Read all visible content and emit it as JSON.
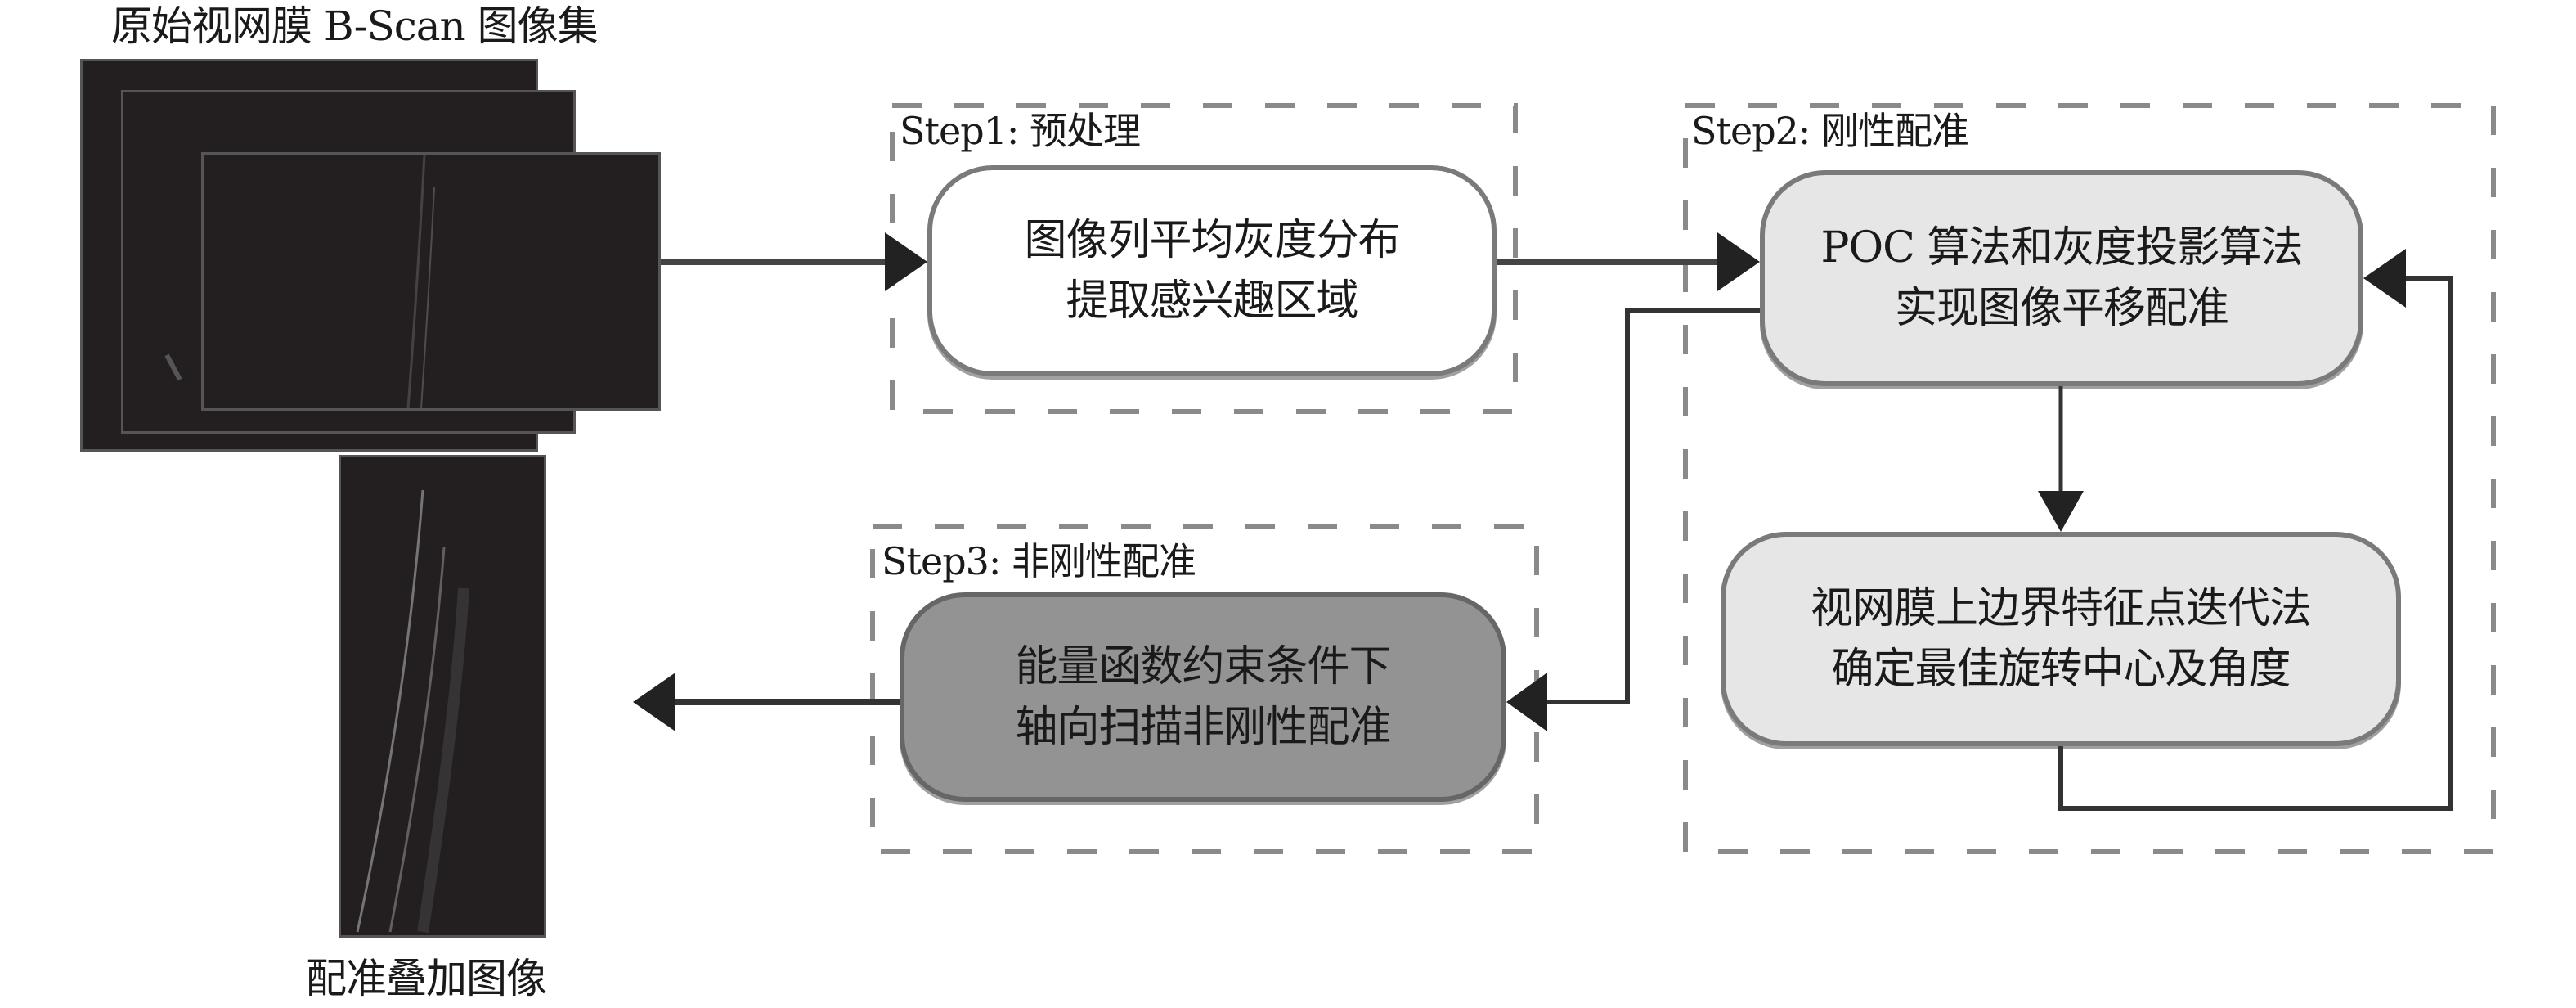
{
  "input": {
    "caption": "原始视网膜 B-Scan 图像集",
    "stack_count": 3
  },
  "output": {
    "caption": "配准叠加图像"
  },
  "steps": [
    {
      "id": "step1",
      "label": "Step1: 预处理",
      "nodes": [
        {
          "lines": [
            "图像列平均灰度分布",
            "提取感兴趣区域"
          ],
          "fill": "#ffffff"
        }
      ]
    },
    {
      "id": "step2",
      "label": "Step2: 刚性配准",
      "nodes": [
        {
          "lines": [
            "POC 算法和灰度投影算法",
            "实现图像平移配准"
          ],
          "fill": "#e6e6e6"
        },
        {
          "lines": [
            "视网膜上边界特征点迭代法",
            "确定最佳旋转中心及角度"
          ],
          "fill": "#e6e6e6"
        }
      ]
    },
    {
      "id": "step3",
      "label": "Step3: 非刚性配准",
      "nodes": [
        {
          "lines": [
            "能量函数约束条件下",
            "轴向扫描非刚性配准"
          ],
          "fill": "#939393"
        }
      ]
    }
  ],
  "colors": {
    "dash": "#8a8a8a",
    "arrow": "#222222",
    "scan_bg": "#231f20"
  }
}
